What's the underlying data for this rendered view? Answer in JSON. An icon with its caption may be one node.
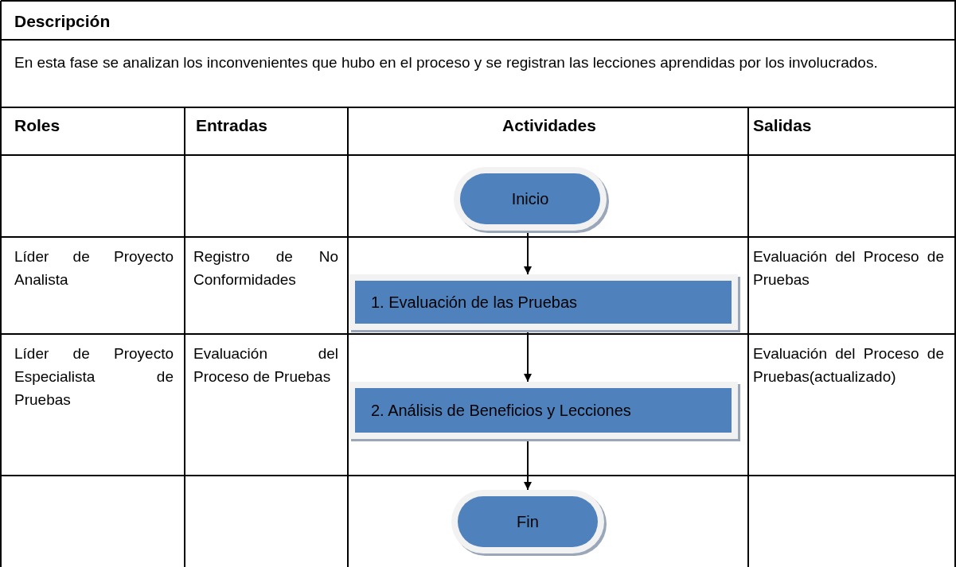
{
  "diagram": {
    "nodes": [
      {
        "text": [
          "Inicio"
        ]
      },
      {
        "text": [
          "1. Evaluación de las Pruebas"
        ]
      },
      {
        "text": [
          "2. Análisis de Beneficios y Lecciones"
        ]
      },
      {
        "text": [
          "Fin"
        ]
      }
    ],
    "edges": [
      {
        "from": 0,
        "to": 1,
        "arrow": "to"
      },
      {
        "from": 1,
        "to": 2,
        "arrow": "to"
      },
      {
        "from": 2,
        "to": 3,
        "arrow": "to"
      }
    ],
    "labels": [
      "Descripción",
      "En esta fase se analizan los inconvenientes que hubo en el proceso y se registran las lecciones aprendidas por los involucrados.",
      "Roles",
      "Entradas",
      "Actividades",
      "Salidas",
      "Líder de Proyecto Analista",
      "Registro de No Conformidades",
      "Evaluación del Proceso de Pruebas",
      "Líder de Proyecto Especialista de Pruebas",
      "Evaluación del Proceso de Pruebas",
      "Evaluación del Proceso de Pruebas(actualizado)"
    ]
  }
}
